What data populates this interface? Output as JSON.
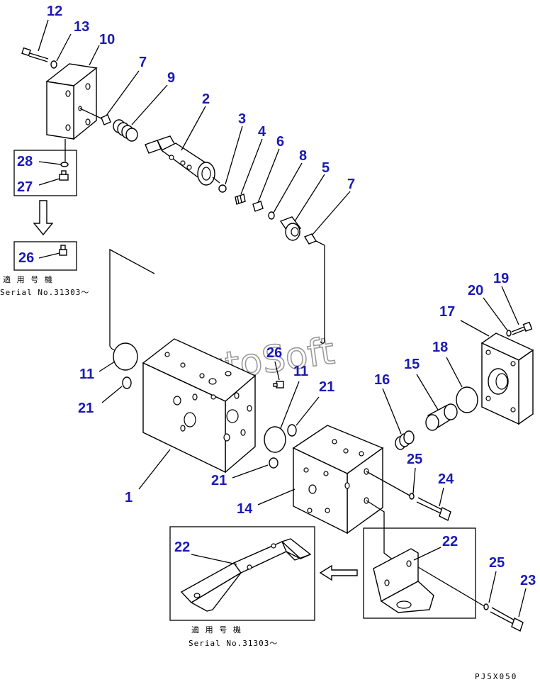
{
  "watermark": "AutoSoft",
  "drawing_code": "PJ5X050",
  "caption_top": {
    "line1": "適 用 号 機",
    "line2": "Serial No.31303～"
  },
  "caption_bottom": {
    "line1": "適 用 号 機",
    "line2": "Serial  No.31303～"
  },
  "callouts": {
    "c12": "12",
    "c13": "13",
    "c10": "10",
    "c7a": "7",
    "c9": "9",
    "c2": "2",
    "c3": "3",
    "c4": "4",
    "c6": "6",
    "c8": "8",
    "c5": "5",
    "c7b": "7",
    "c28": "28",
    "c27": "27",
    "c26a": "26",
    "c11a": "11",
    "c21a": "21",
    "c26b": "26",
    "c11b": "11",
    "c21b": "21",
    "c21c": "21",
    "c1": "1",
    "c14": "14",
    "c16": "16",
    "c15": "15",
    "c18": "18",
    "c17": "17",
    "c20": "20",
    "c19": "19",
    "c25a": "25",
    "c24": "24",
    "c22a": "22",
    "c22b": "22",
    "c25b": "25",
    "c23": "23"
  }
}
